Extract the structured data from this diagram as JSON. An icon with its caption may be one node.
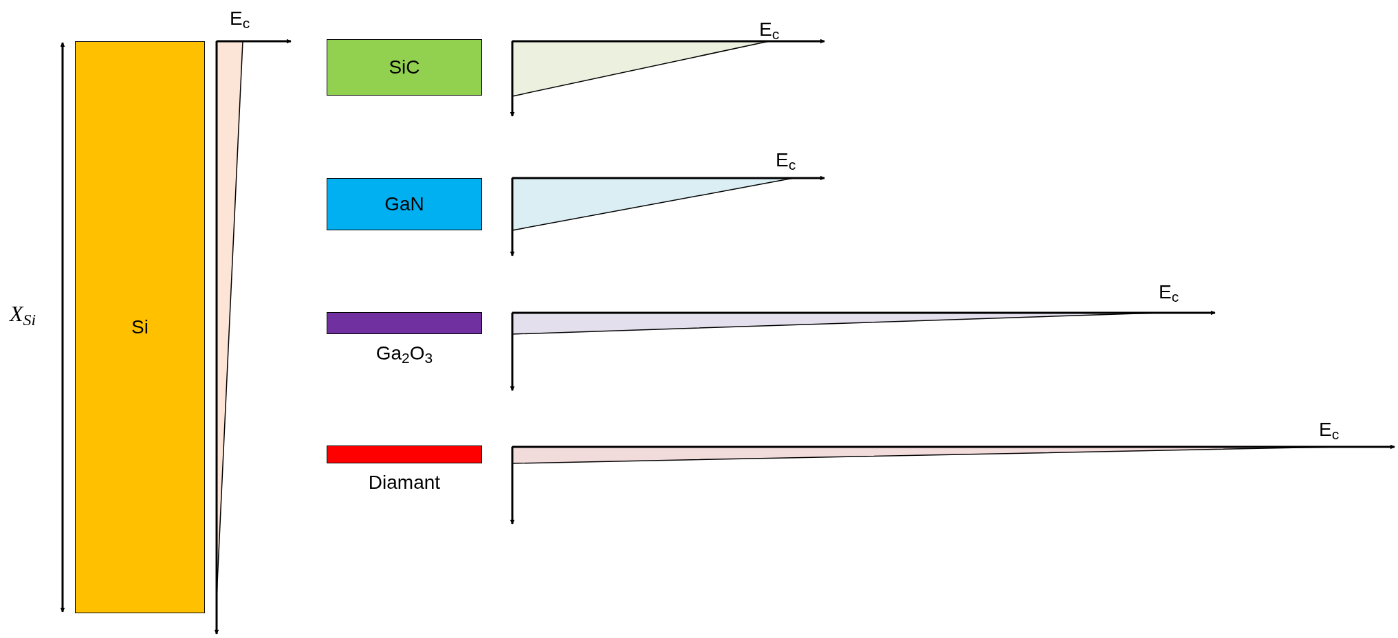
{
  "diagram": {
    "nodes": [
      {
        "text": [
          "Si"
        ]
      },
      {
        "text": [
          "SiC"
        ]
      },
      {
        "text": [
          "GaN"
        ]
      },
      {
        "text": [
          "Ga$_{2}$O$_{3}$"
        ]
      },
      {
        "text": [
          "Diamant"
        ]
      }
    ],
    "edges": [],
    "labels": [
      "E$_{c}$",
      "E$_{c}$",
      "E$_{c}$",
      "E$_{c}$",
      "X$_{Si}$",
      "E$_{c}$"
    ]
  }
}
